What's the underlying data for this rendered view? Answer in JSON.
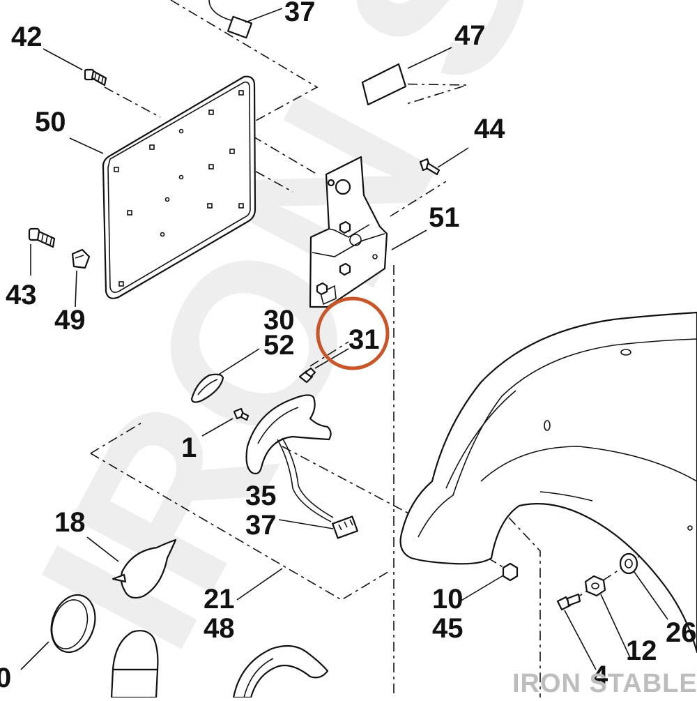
{
  "diagram": {
    "labels": [
      {
        "id": "37a",
        "text": "37"
      },
      {
        "id": "42",
        "text": "42"
      },
      {
        "id": "47",
        "text": "47"
      },
      {
        "id": "50",
        "text": "50"
      },
      {
        "id": "44",
        "text": "44"
      },
      {
        "id": "51",
        "text": "51"
      },
      {
        "id": "43",
        "text": "43"
      },
      {
        "id": "49",
        "text": "49"
      },
      {
        "id": "30",
        "text": "30"
      },
      {
        "id": "52",
        "text": "52"
      },
      {
        "id": "31",
        "text": "31"
      },
      {
        "id": "1",
        "text": "1"
      },
      {
        "id": "35",
        "text": "35"
      },
      {
        "id": "37b",
        "text": "37"
      },
      {
        "id": "18",
        "text": "18"
      },
      {
        "id": "21",
        "text": "21"
      },
      {
        "id": "48",
        "text": "48"
      },
      {
        "id": "10",
        "text": "10"
      },
      {
        "id": "45",
        "text": "45"
      },
      {
        "id": "26",
        "text": "26"
      },
      {
        "id": "12",
        "text": "12"
      },
      {
        "id": "4",
        "text": "4"
      },
      {
        "id": "0",
        "text": "0"
      }
    ],
    "highlight": {
      "label_id": "31",
      "color": "#c8562a"
    },
    "watermark": {
      "text": "IRON STABLE",
      "background_text": "IRON ST",
      "color": "#bdbdbd"
    }
  }
}
